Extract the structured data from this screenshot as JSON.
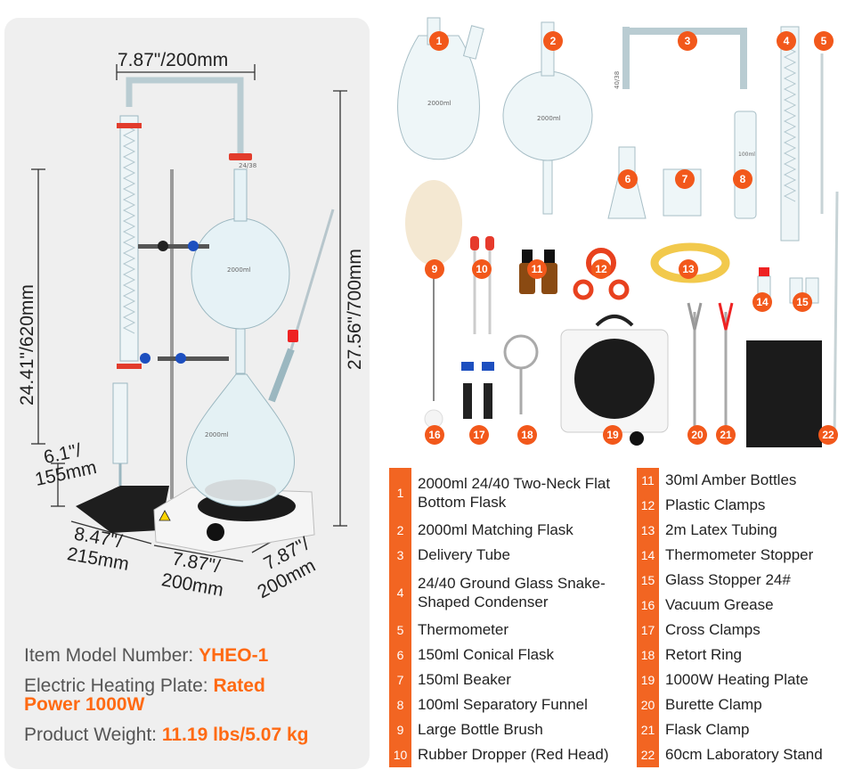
{
  "dimensions": {
    "top_width": "7.87\"/200mm",
    "left_height": "24.41\"/620mm",
    "right_height": "27.56\"/700mm",
    "base_height_top": "6.1\"/",
    "base_height_bottom": "155mm",
    "base_depth_top": "8.47\"/",
    "base_depth_bottom": "215mm",
    "plate_width_top": "7.87\"/",
    "plate_width_bottom": "200mm",
    "plate_depth_top": "7.87\"/",
    "plate_depth_bottom": "200mm"
  },
  "apparatus_labels": {
    "flask_top": "2000ml",
    "flask_bottom": "2000ml",
    "joint": "24/38"
  },
  "specs": {
    "model_label": "Item Model Number: ",
    "model_value": "YHEO-1",
    "heating_label": "Electric Heating Plate: ",
    "heating_value_1": "Rated",
    "heating_value_2": "Power 1000W",
    "weight_label": "Product Weight: ",
    "weight_value": "11.19 lbs/5.07 kg"
  },
  "part_labels": {
    "flask_1": "2000ml",
    "flask_2": "2000ml",
    "tube_joint": "40/38",
    "funnel_label": "100ml"
  },
  "markers": [
    "1",
    "2",
    "3",
    "4",
    "5",
    "6",
    "7",
    "8",
    "9",
    "10",
    "11",
    "12",
    "13",
    "14",
    "15",
    "16",
    "17",
    "18",
    "19",
    "20",
    "21",
    "22"
  ],
  "legend_left": [
    {
      "num": "1",
      "text": "2000ml 24/40 Two-Neck Flat Bottom Flask"
    },
    {
      "num": "2",
      "text": "2000ml Matching Flask"
    },
    {
      "num": "3",
      "text": "Delivery Tube"
    },
    {
      "num": "4",
      "text": "24/40 Ground Glass Snake-Shaped Condenser"
    },
    {
      "num": "5",
      "text": "Thermometer"
    },
    {
      "num": "6",
      "text": "150ml Conical Flask"
    },
    {
      "num": "7",
      "text": "150ml Beaker"
    },
    {
      "num": "8",
      "text": "100ml Separatory Funnel"
    },
    {
      "num": "9",
      "text": "Large Bottle Brush"
    },
    {
      "num": "10",
      "text": "Rubber Dropper (Red Head)"
    }
  ],
  "legend_right": [
    {
      "num": "11",
      "text": "30ml Amber Bottles"
    },
    {
      "num": "12",
      "text": "Plastic Clamps"
    },
    {
      "num": "13",
      "text": "2m Latex Tubing"
    },
    {
      "num": "14",
      "text": "Thermometer Stopper"
    },
    {
      "num": "15",
      "text": "Glass Stopper 24#"
    },
    {
      "num": "16",
      "text": "Vacuum Grease"
    },
    {
      "num": "17",
      "text": "Cross Clamps"
    },
    {
      "num": "18",
      "text": "Retort Ring"
    },
    {
      "num": "19",
      "text": "1000W Heating Plate"
    },
    {
      "num": "20",
      "text": "Burette Clamp"
    },
    {
      "num": "21",
      "text": "Flask Clamp"
    },
    {
      "num": "22",
      "text": "60cm Laboratory Stand"
    }
  ],
  "colors": {
    "accent": "#f26522",
    "spec_highlight": "#ff6a13",
    "panel_bg": "#efefef"
  }
}
